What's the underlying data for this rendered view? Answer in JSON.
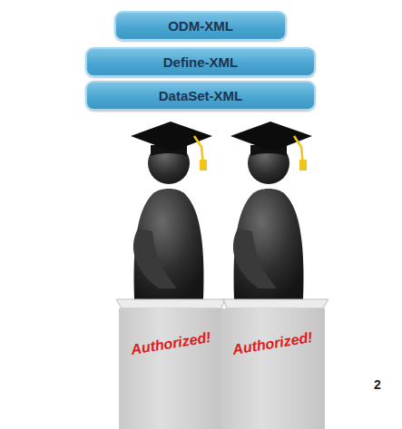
{
  "diagram": {
    "nodes": [
      {
        "text": [
          "ODM-XML"
        ]
      },
      {
        "text": [
          "Define-XML"
        ]
      },
      {
        "text": [
          "DataSet-XML"
        ]
      },
      {
        "text": [
          "Authorized!"
        ]
      },
      {
        "text": [
          "Authorized!"
        ]
      }
    ],
    "labels": [
      "2"
    ]
  }
}
